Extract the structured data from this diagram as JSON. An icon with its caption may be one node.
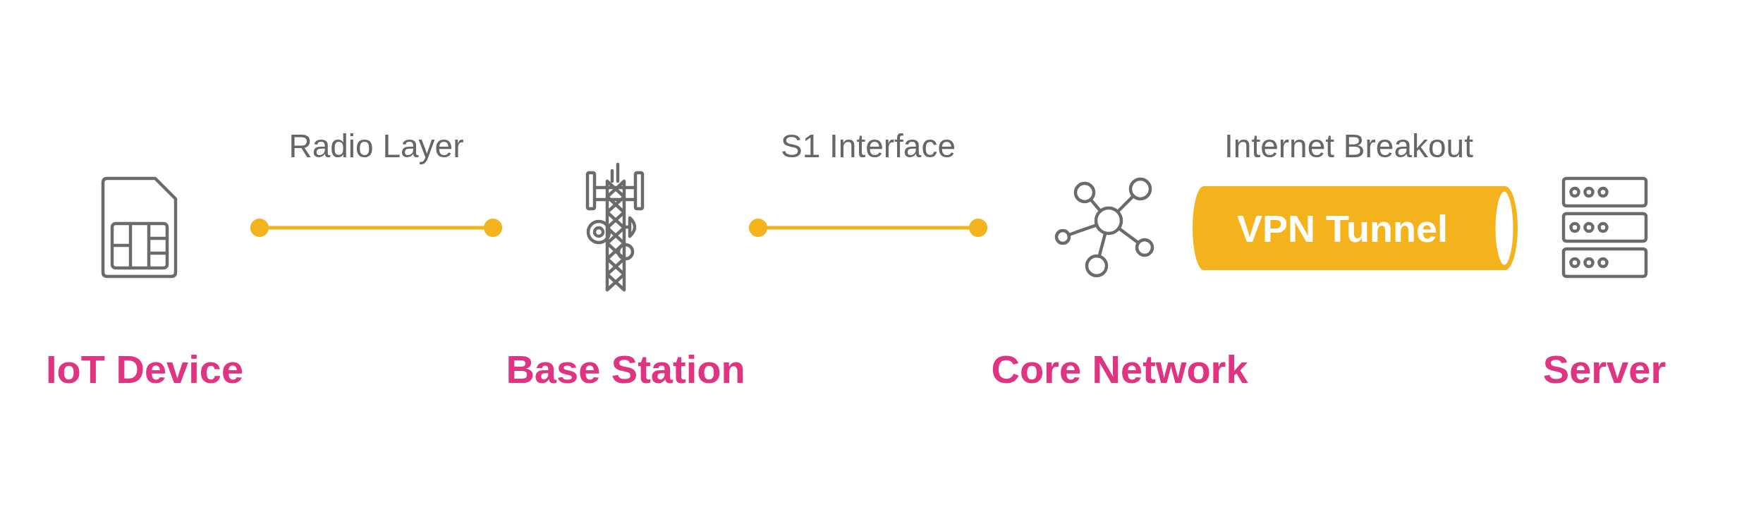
{
  "diagram": {
    "nodes": [
      {
        "text": [
          "IoT Device"
        ]
      },
      {
        "text": [
          "Base Station"
        ]
      },
      {
        "text": [
          "Core Network"
        ]
      },
      {
        "text": [
          "VPN Tunnel"
        ],
        "beside": [
          "Internet Breakout"
        ]
      },
      {
        "text": [
          "Server"
        ]
      }
    ],
    "edges": [
      {
        "from": 0,
        "to": 1,
        "arrow": "other",
        "label": "Radio Layer"
      },
      {
        "from": 1,
        "to": 2,
        "arrow": "other",
        "label": "S1 Interface"
      }
    ]
  }
}
